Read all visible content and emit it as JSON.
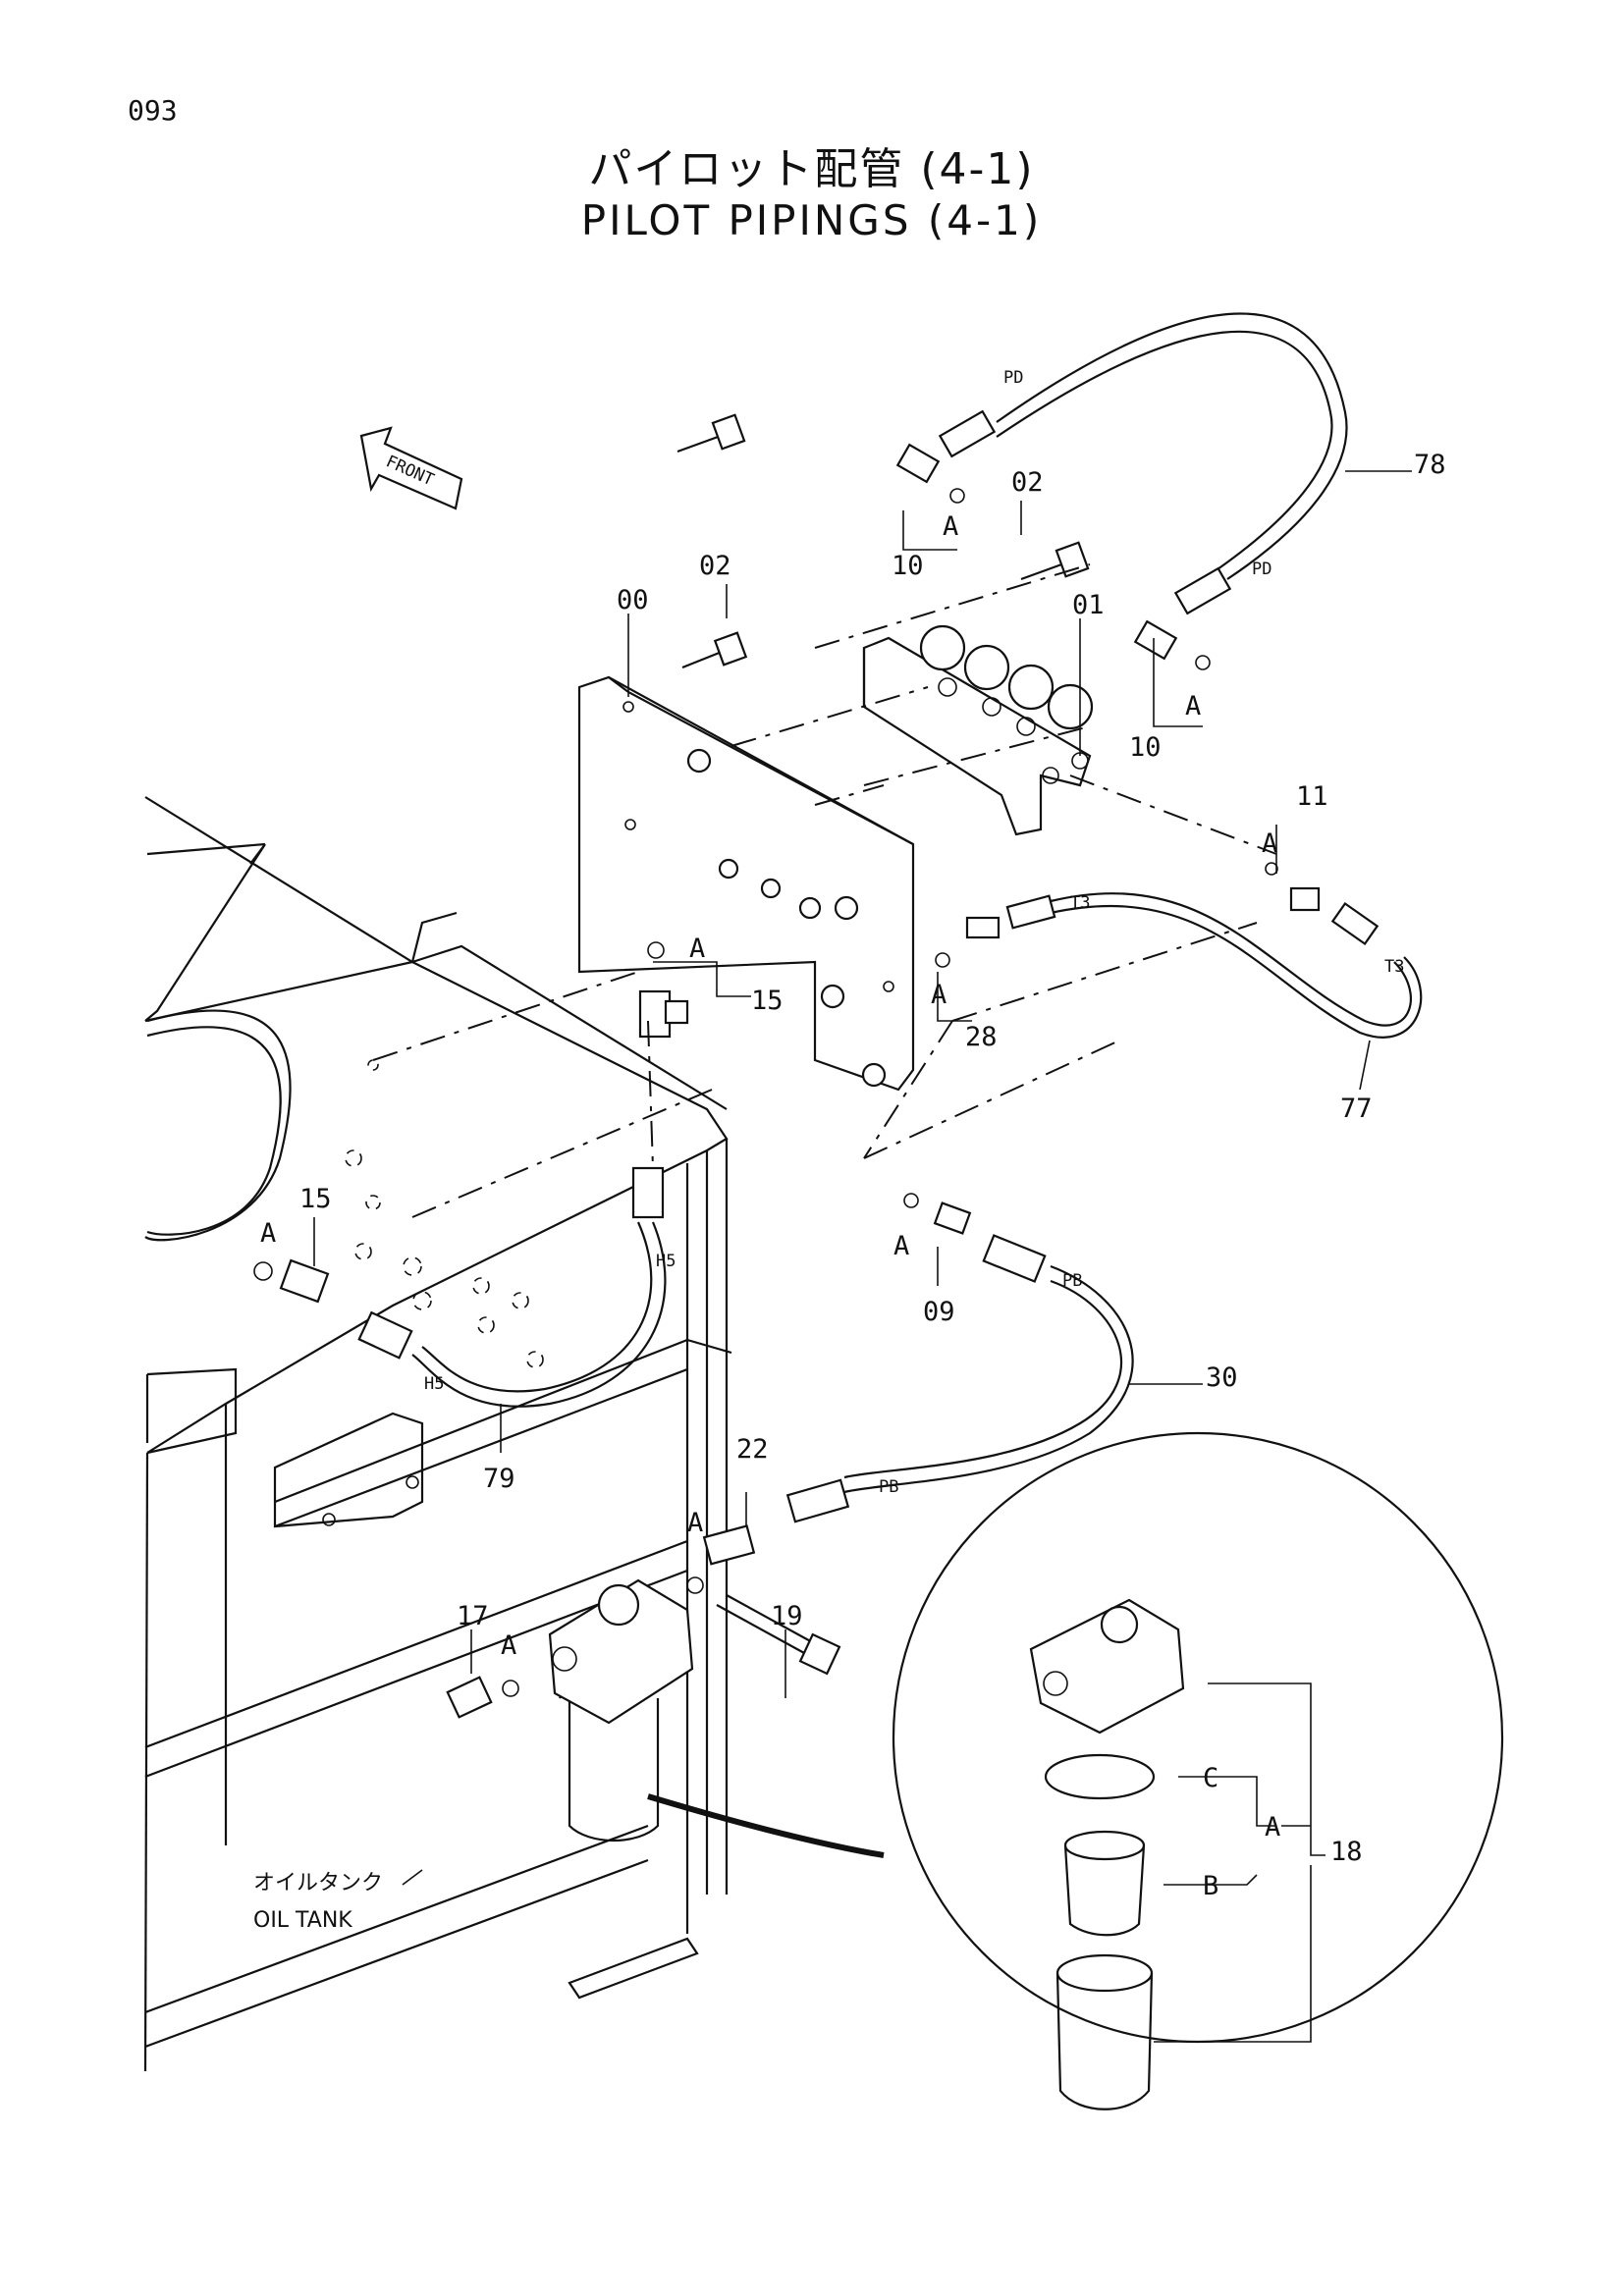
{
  "page_number": "093",
  "title_jp": "パイロット配管 (4-1)",
  "title_en": "PILOT PIPINGS (4-1)",
  "front_arrow": "FRONT",
  "tank": {
    "label_jp": "オイルタンク",
    "label_en": "OIL TANK"
  },
  "callouts": {
    "c00": "00",
    "c01": "01",
    "c02a": "02",
    "c02b": "02",
    "c09": "09",
    "c10a": "10",
    "c10b": "10",
    "c11": "11",
    "c15a": "15",
    "c15b": "15",
    "c17": "17",
    "c18": "18",
    "c19": "19",
    "c22": "22",
    "c28": "28",
    "c30": "30",
    "c77": "77",
    "c78": "78",
    "c79": "79"
  },
  "ports": {
    "pd1": "PD",
    "pd2": "PD",
    "t3a": "T3",
    "t3b": "T3",
    "pb1": "PB",
    "pb2": "PB",
    "h5a": "H5",
    "h5b": "H5"
  },
  "kit_letters": {
    "a1": "A",
    "a2": "A",
    "a3": "A",
    "a4": "A",
    "a5": "A",
    "a6": "A",
    "a7": "A",
    "a8": "A",
    "a9": "A",
    "a10": "A",
    "b": "B",
    "c": "C"
  }
}
